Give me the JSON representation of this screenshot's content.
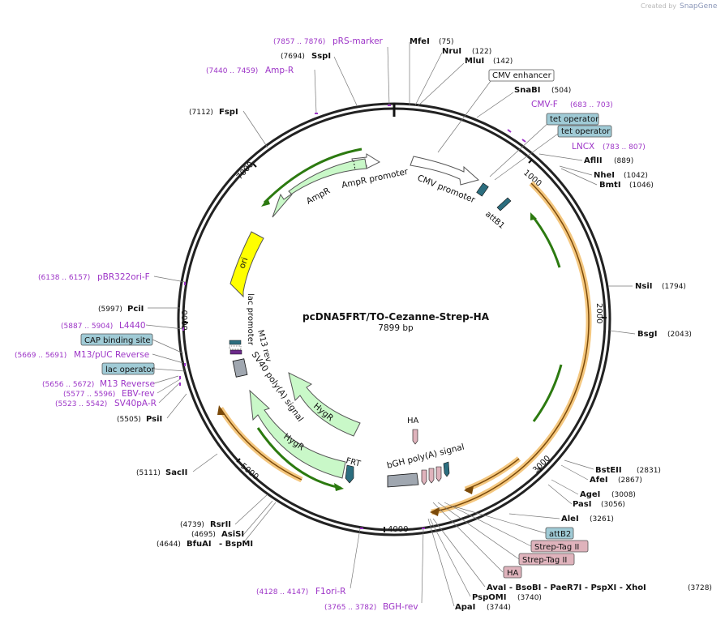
{
  "credit": {
    "prefix": "Created by",
    "brand": "SnapGene"
  },
  "plasmid": {
    "name": "pcDNA5FRT/TO-Cezanne-Strep-HA",
    "length_label": "7899 bp",
    "total_bp": 7899
  },
  "ticks": [
    "1000",
    "2000",
    "3000",
    "4000",
    "5000",
    "6000",
    "7000"
  ],
  "colors": {
    "backbone": "#222222",
    "feature_fill": "#c9f8c8",
    "orf_green": "#2c7a10",
    "orf_orange": "#f4c77f",
    "ori_fill": "#ffff00",
    "primer": "#9d35c7",
    "operator_fill": "#a0cbd6",
    "strep_fill": "#dfb3bc",
    "site_text": "#111111"
  },
  "sites": [
    {
      "name": "MfeI",
      "pos": "(75)"
    },
    {
      "name": "NruI",
      "pos": "(122)"
    },
    {
      "name": "MluI",
      "pos": "(142)"
    },
    {
      "name": "SnaBI",
      "pos": "(504)"
    },
    {
      "name": "AflII",
      "pos": "(889)"
    },
    {
      "name": "NheI",
      "pos": "(1042)"
    },
    {
      "name": "BmtI",
      "pos": "(1046)"
    },
    {
      "name": "NsiI",
      "pos": "(1794)"
    },
    {
      "name": "BsgI",
      "pos": "(2043)"
    },
    {
      "name": "BstEII",
      "pos": "(2831)"
    },
    {
      "name": "AfeI",
      "pos": "(2867)"
    },
    {
      "name": "AgeI",
      "pos": "(3008)"
    },
    {
      "name": "PasI",
      "pos": "(3056)"
    },
    {
      "name": "AleI",
      "pos": "(3261)"
    },
    {
      "name": "XhoI",
      "pos": "(3728)"
    },
    {
      "name": "PspOMI",
      "pos": "(3740)"
    },
    {
      "name": "ApaI",
      "pos": "(3744)"
    },
    {
      "name": "SacII",
      "pos": "(5111)"
    },
    {
      "name": "PsiI",
      "pos": "(5505)"
    },
    {
      "name": "PciI",
      "pos": "(5997)"
    },
    {
      "name": "FspI",
      "pos": "(7112)"
    },
    {
      "name": "SspI",
      "pos": "(7694)"
    },
    {
      "name": "RsrII",
      "pos": "(4739)"
    },
    {
      "name": "AsiSI",
      "pos": "(4695)"
    },
    {
      "name": "BfuAI",
      "pos": "(4644)"
    }
  ],
  "multi_site": {
    "names": [
      "AvaI",
      "BsoBI",
      "PaeR7I",
      "PspXI",
      "XhoI"
    ],
    "pos": "(3728)",
    "bspmi": "BspMI"
  },
  "primers": [
    {
      "name": "pRS-marker",
      "range": "(7857 .. 7876)"
    },
    {
      "name": "Amp-R",
      "range": "(7440 .. 7459)"
    },
    {
      "name": "CMV-F",
      "range": "(683 .. 703)"
    },
    {
      "name": "LNCX",
      "range": "(783 .. 807)"
    },
    {
      "name": "pBR322ori-F",
      "range": "(6138 .. 6157)"
    },
    {
      "name": "L4440",
      "range": "(5887 .. 5904)"
    },
    {
      "name": "M13/pUC Reverse",
      "range": "(5669 .. 5691)"
    },
    {
      "name": "M13 Reverse",
      "range": "(5656 .. 5672)"
    },
    {
      "name": "EBV-rev",
      "range": "(5577 .. 5596)"
    },
    {
      "name": "SV40pA-R",
      "range": "(5523 .. 5542)"
    },
    {
      "name": "F1ori-R",
      "range": "(4128 .. 4147)"
    },
    {
      "name": "BGH-rev",
      "range": "(3765 .. 3782)"
    }
  ],
  "boxes": {
    "cmv_enhancer": "CMV enhancer",
    "tet_operator_1": "tet operator",
    "tet_operator_2": "tet operator",
    "cap_site": "CAP binding site",
    "lac_operator": "lac operator",
    "attb2": "attB2",
    "strep1": "Strep-Tag II",
    "strep2": "Strep-Tag II",
    "ha_box": "HA"
  },
  "features": {
    "cmv_promoter": "CMV promoter",
    "attb1": "attB1",
    "ampr_promoter": "AmpR promoter",
    "ampr": "AmpR",
    "ori": "ori",
    "lac_promoter": "lac promoter",
    "m13_rev": "M13 rev",
    "sv40": "SV40 poly(A) signal",
    "hygr_outer": "HygR",
    "hygr_inner": "HygR",
    "frt": "FRT",
    "bgh": "bGH poly(A) signal",
    "ha": "HA"
  }
}
